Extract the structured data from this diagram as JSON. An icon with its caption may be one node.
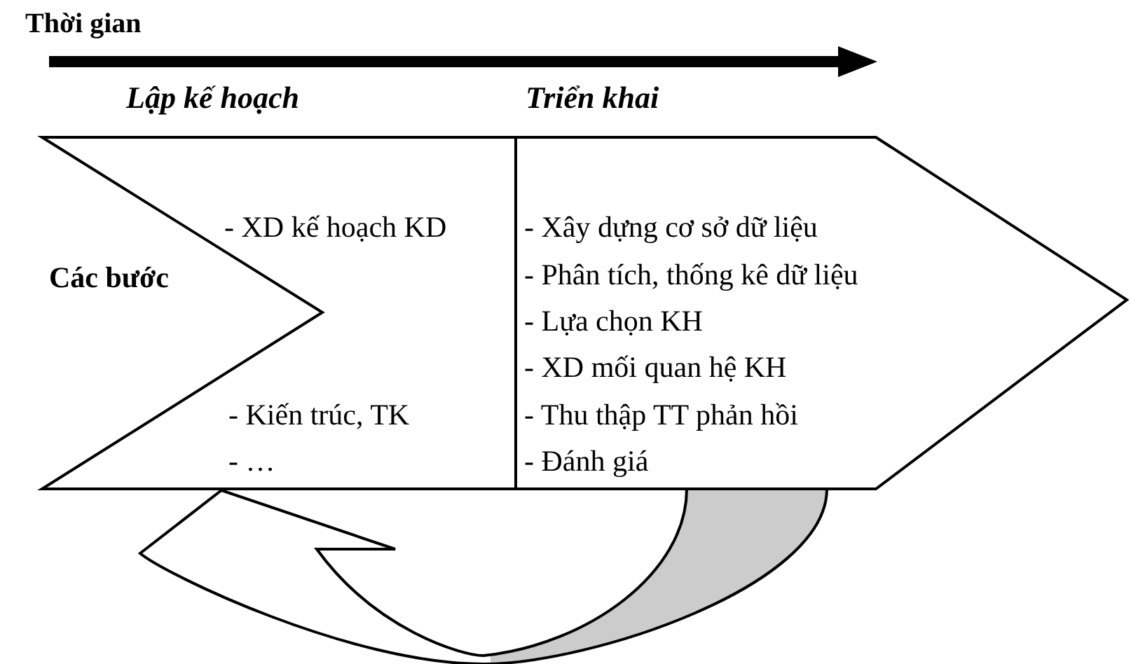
{
  "diagram": {
    "nodes": [
      {
        "text": [
          "Lập kế hoạch",
          "- XD kế hoạch KD",
          "- Kiến trúc, TK",
          "- …"
        ]
      },
      {
        "text": [
          "Triển khai",
          "- Xây dựng cơ sở dữ liệu",
          "- Phân tích, thống kê dữ liệu",
          "- Lựa chọn KH",
          "- XD mối quan hệ KH",
          "- Thu thập TT phản hồi",
          "- Đánh giá"
        ]
      }
    ],
    "edges": [
      {
        "from": 1,
        "to": 0,
        "arrow": "to"
      }
    ],
    "labels": [
      "Thời gian",
      "Các bước"
    ]
  }
}
